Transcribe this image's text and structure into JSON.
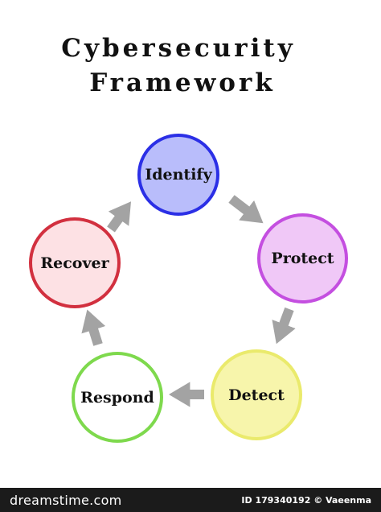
{
  "title": {
    "line1": "Cybersecurity",
    "line2": "Framework"
  },
  "nodes": [
    {
      "id": "identify",
      "label": "Identify",
      "fill": "#b9bdfb",
      "border": "#2b2fe6"
    },
    {
      "id": "protect",
      "label": "Protect",
      "fill": "#f0c8f7",
      "border": "#c44fe0"
    },
    {
      "id": "detect",
      "label": "Detect",
      "fill": "#f7f5ab",
      "border": "#eaea6c"
    },
    {
      "id": "respond",
      "label": "Respond",
      "fill": "#ffffff",
      "border": "#7ed94d"
    },
    {
      "id": "recover",
      "label": "Recover",
      "fill": "#fde1e4",
      "border": "#d2303f"
    }
  ],
  "arrow_color": "#a3a3a3",
  "footer": {
    "brand": "dreamstime.com",
    "meta": "ID 179340192 © Vaeenma"
  }
}
